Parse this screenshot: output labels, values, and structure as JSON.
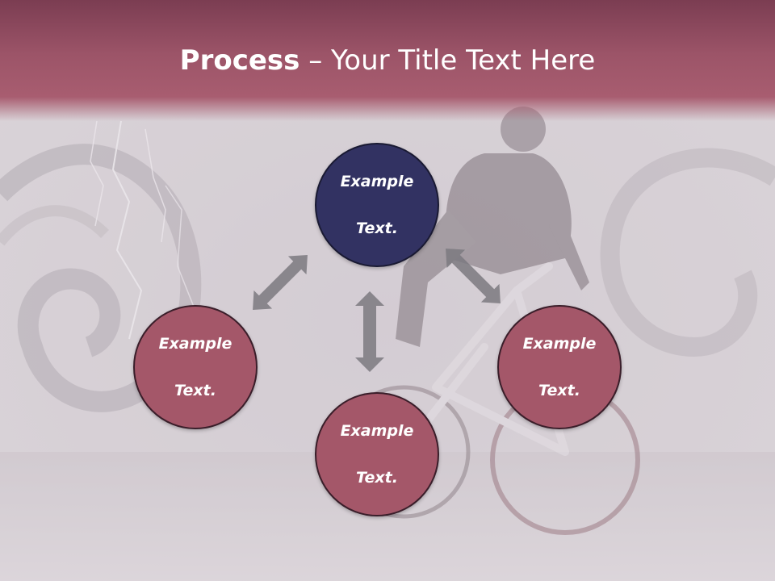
{
  "title": {
    "bold": "Process",
    "separator": " – ",
    "rest": "Your Title Text Here"
  },
  "nodes": [
    {
      "id": "top",
      "label_line1": "Example",
      "label_line2": "Text."
    },
    {
      "id": "left",
      "label_line1": "Example",
      "label_line2": "Text."
    },
    {
      "id": "right",
      "label_line1": "Example",
      "label_line2": "Text."
    },
    {
      "id": "bottom",
      "label_line1": "Example",
      "label_line2": "Text."
    }
  ],
  "colors": {
    "title_bar": "#a45769",
    "center_node": "#323262",
    "side_node": "#a45769",
    "arrow": "#7c7a80"
  }
}
